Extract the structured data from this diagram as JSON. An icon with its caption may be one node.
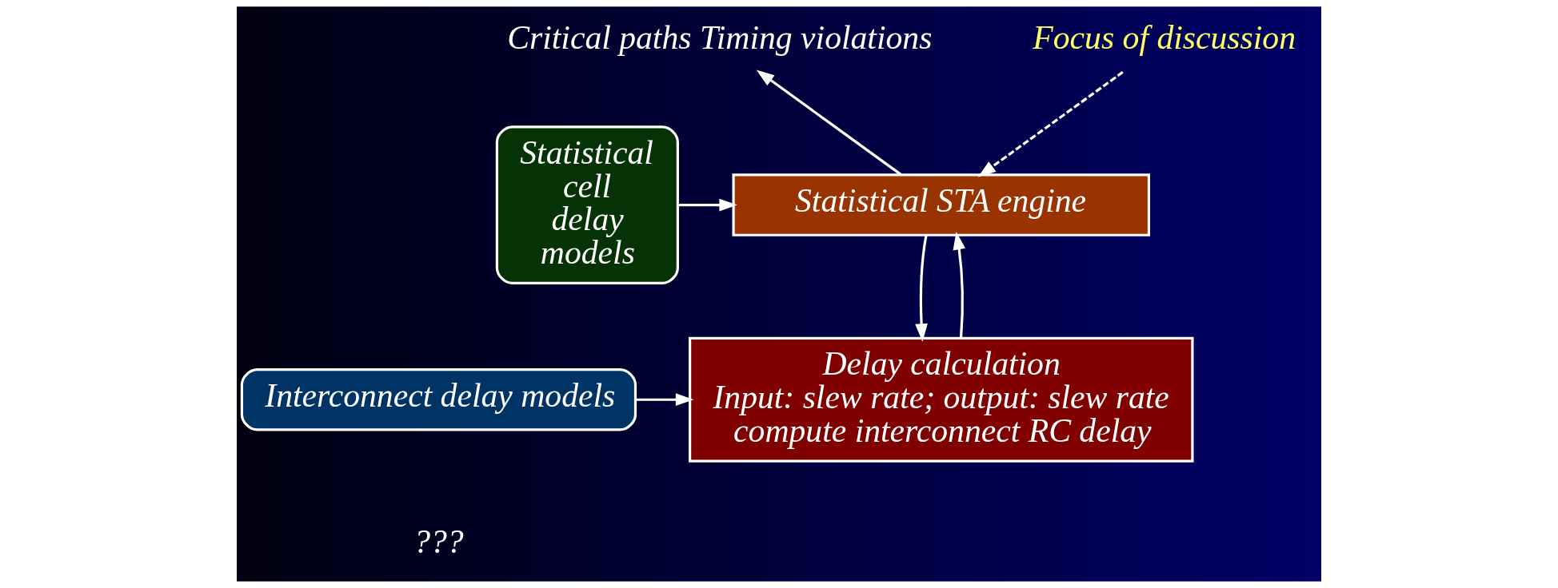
{
  "diagram": {
    "nodes": [
      {
        "text": [
          "Critical paths Timing violations"
        ]
      },
      {
        "text": [
          "Focus of discussion"
        ]
      },
      {
        "text": [
          "Statistical cell delay models"
        ]
      },
      {
        "text": [
          "Statistical STA engine"
        ]
      },
      {
        "text": [
          "Interconnect delay models"
        ]
      },
      {
        "text": [
          "Delay calculation",
          "Input: slew rate; output: slew rate",
          "compute interconnect RC delay"
        ]
      }
    ],
    "edges": [
      {
        "from": 3,
        "to": 0,
        "arrow": "to"
      },
      {
        "from": 1,
        "to": 3,
        "arrow": "to",
        "style": "dashed"
      },
      {
        "from": 2,
        "to": 3,
        "arrow": "to"
      },
      {
        "from": 3,
        "to": 5,
        "arrow": "to"
      },
      {
        "from": 5,
        "to": 3,
        "arrow": "to"
      },
      {
        "from": 4,
        "to": 5,
        "arrow": "to"
      }
    ],
    "labels": [
      "???"
    ]
  }
}
